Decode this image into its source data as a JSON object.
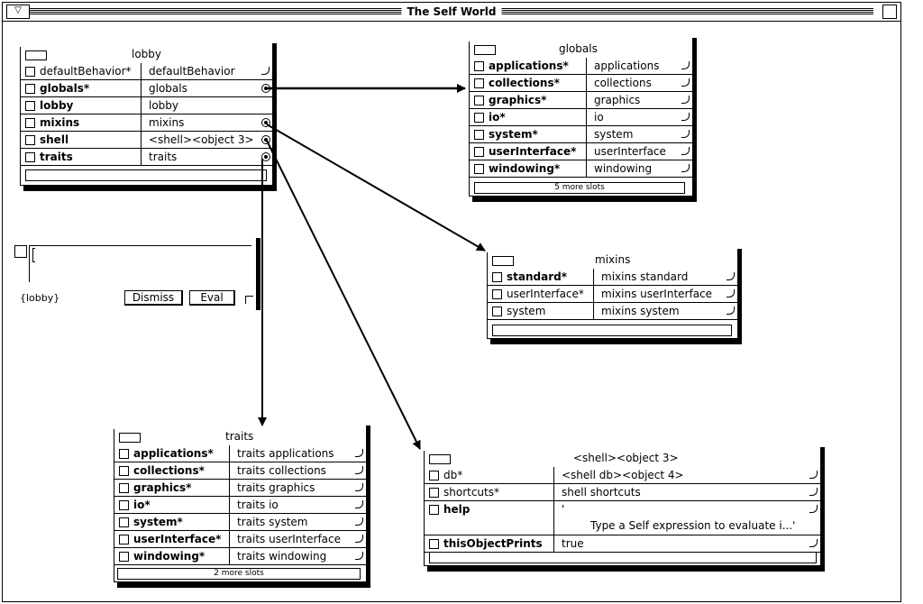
{
  "window": {
    "title": "The Self World"
  },
  "lobby": {
    "title": "lobby",
    "slots": [
      {
        "name": "defaultBehavior*",
        "value": "defaultBehavior",
        "bold": false,
        "marker": "curl"
      },
      {
        "name": "globals*",
        "value": "globals",
        "bold": true,
        "marker": "dot"
      },
      {
        "name": "lobby",
        "value": "lobby",
        "bold": true,
        "marker": "none"
      },
      {
        "name": "mixins",
        "value": "mixins",
        "bold": true,
        "marker": "dot"
      },
      {
        "name": "shell",
        "value": "<shell><object 3>",
        "bold": true,
        "marker": "dot"
      },
      {
        "name": "traits",
        "value": "traits",
        "bold": true,
        "marker": "dot"
      }
    ]
  },
  "globals": {
    "title": "globals",
    "slots": [
      {
        "name": "applications*",
        "value": "applications",
        "bold": true,
        "marker": "curl"
      },
      {
        "name": "collections*",
        "value": "collections",
        "bold": true,
        "marker": "curl"
      },
      {
        "name": "graphics*",
        "value": "graphics",
        "bold": true,
        "marker": "curl"
      },
      {
        "name": "io*",
        "value": "io",
        "bold": true,
        "marker": "curl"
      },
      {
        "name": "system*",
        "value": "system",
        "bold": true,
        "marker": "curl"
      },
      {
        "name": "userInterface*",
        "value": "userInterface",
        "bold": true,
        "marker": "curl"
      },
      {
        "name": "windowing*",
        "value": "windowing",
        "bold": true,
        "marker": "curl"
      }
    ],
    "more": "5 more slots"
  },
  "mixins": {
    "title": "mixins",
    "slots": [
      {
        "name": "standard*",
        "value": "mixins standard",
        "bold": true,
        "marker": "curl"
      },
      {
        "name": "userInterface*",
        "value": "mixins userInterface",
        "bold": false,
        "marker": "curl"
      },
      {
        "name": "system",
        "value": "mixins system",
        "bold": false,
        "marker": "curl"
      }
    ]
  },
  "traits": {
    "title": "traits",
    "slots": [
      {
        "name": "applications*",
        "value": "traits applications",
        "bold": true,
        "marker": "curl"
      },
      {
        "name": "collections*",
        "value": "traits collections",
        "bold": true,
        "marker": "curl"
      },
      {
        "name": "graphics*",
        "value": "traits graphics",
        "bold": true,
        "marker": "curl"
      },
      {
        "name": "io*",
        "value": "traits io",
        "bold": true,
        "marker": "curl"
      },
      {
        "name": "system*",
        "value": "traits system",
        "bold": true,
        "marker": "curl"
      },
      {
        "name": "userInterface*",
        "value": "traits userInterface",
        "bold": true,
        "marker": "curl"
      },
      {
        "name": "windowing*",
        "value": "traits windowing",
        "bold": true,
        "marker": "curl"
      }
    ],
    "more": "2 more slots"
  },
  "shell": {
    "title": "<shell><object 3>",
    "slots": [
      {
        "name": "db*",
        "value": "<shell db><object 4>",
        "bold": false,
        "marker": "curl"
      },
      {
        "name": "shortcuts*",
        "value": "shell shortcuts",
        "bold": false,
        "marker": "curl"
      },
      {
        "name": "help",
        "value": "'",
        "value2": "Type a Self expression to evaluate i...'",
        "bold": true,
        "marker": "curl"
      },
      {
        "name": "thisObjectPrints",
        "value": "true",
        "bold": true,
        "marker": "curl"
      }
    ]
  },
  "evaluator": {
    "context": "{lobby}",
    "dismiss": "Dismiss",
    "eval": "Eval"
  }
}
